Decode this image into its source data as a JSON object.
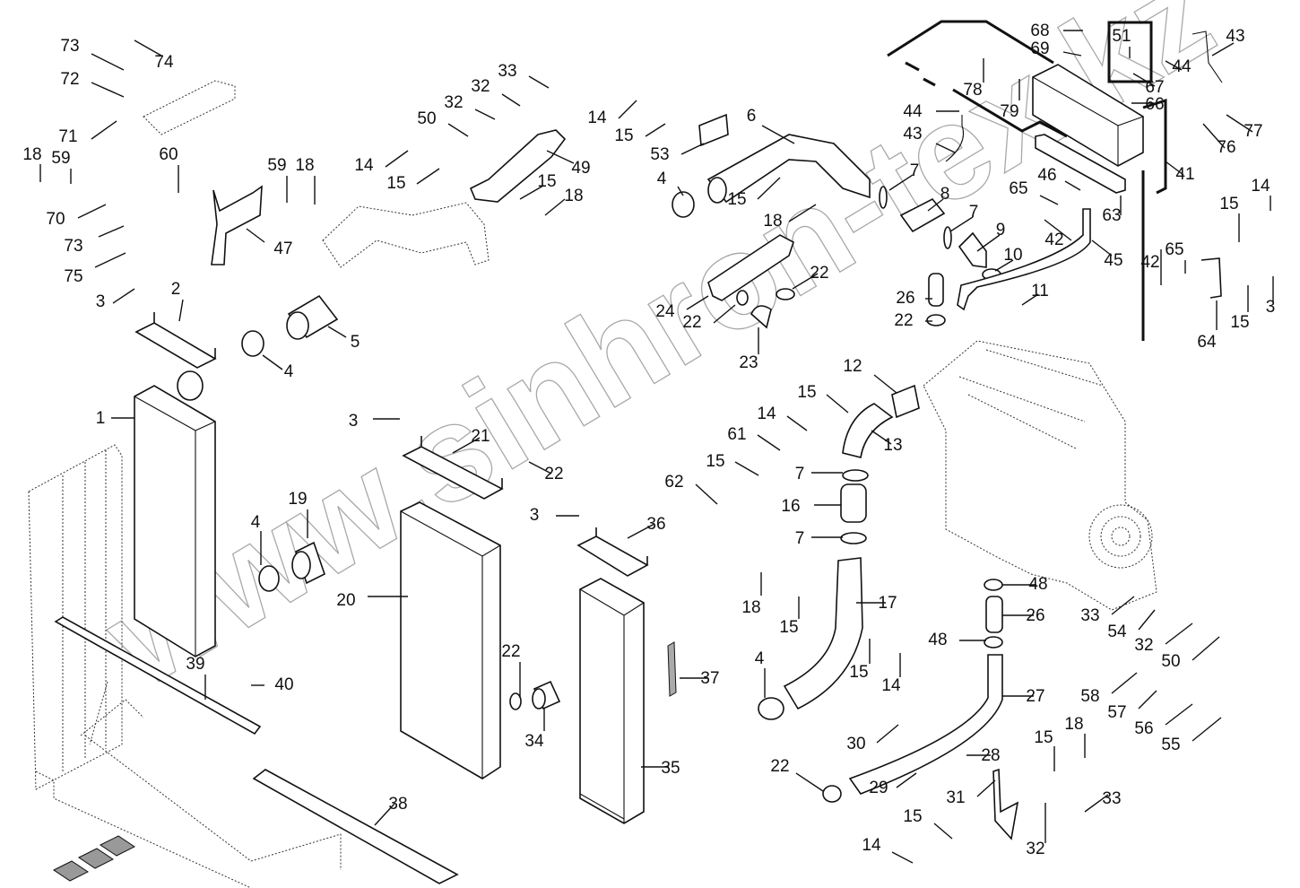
{
  "diagram": {
    "title": "Engine cooling system exploded parts diagram",
    "watermark": "www.sinhron-tex.kz",
    "callouts": [
      {
        "id": "c74",
        "label": "74"
      },
      {
        "id": "c73a",
        "label": "73"
      },
      {
        "id": "c72",
        "label": "72"
      },
      {
        "id": "c71",
        "label": "71"
      },
      {
        "id": "c18a",
        "label": "18"
      },
      {
        "id": "c59a",
        "label": "59"
      },
      {
        "id": "c60",
        "label": "60"
      },
      {
        "id": "c59b",
        "label": "59"
      },
      {
        "id": "c18b",
        "label": "18"
      },
      {
        "id": "c70",
        "label": "70"
      },
      {
        "id": "c73b",
        "label": "73"
      },
      {
        "id": "c47",
        "label": "47"
      },
      {
        "id": "c75",
        "label": "75"
      },
      {
        "id": "c3a",
        "label": "3"
      },
      {
        "id": "c2",
        "label": "2"
      },
      {
        "id": "c5",
        "label": "5"
      },
      {
        "id": "c4a",
        "label": "4"
      },
      {
        "id": "c1",
        "label": "1"
      },
      {
        "id": "c33a",
        "label": "33"
      },
      {
        "id": "c32a",
        "label": "32"
      },
      {
        "id": "c32b",
        "label": "32"
      },
      {
        "id": "c50a",
        "label": "50"
      },
      {
        "id": "c14a",
        "label": "14"
      },
      {
        "id": "c15a",
        "label": "15"
      },
      {
        "id": "c49",
        "label": "49"
      },
      {
        "id": "c15b",
        "label": "15"
      },
      {
        "id": "c18c",
        "label": "18"
      },
      {
        "id": "c14b",
        "label": "14"
      },
      {
        "id": "c15c",
        "label": "15"
      },
      {
        "id": "c53",
        "label": "53"
      },
      {
        "id": "c6",
        "label": "6"
      },
      {
        "id": "c4b",
        "label": "4"
      },
      {
        "id": "c15d",
        "label": "15"
      },
      {
        "id": "c18d",
        "label": "18"
      },
      {
        "id": "c7a",
        "label": "7"
      },
      {
        "id": "c8",
        "label": "8"
      },
      {
        "id": "c7b",
        "label": "7"
      },
      {
        "id": "c9",
        "label": "9"
      },
      {
        "id": "c10",
        "label": "10"
      },
      {
        "id": "c22a",
        "label": "22"
      },
      {
        "id": "c24",
        "label": "24"
      },
      {
        "id": "c22b",
        "label": "22"
      },
      {
        "id": "c23",
        "label": "23"
      },
      {
        "id": "c26a",
        "label": "26"
      },
      {
        "id": "c22c",
        "label": "22"
      },
      {
        "id": "c11",
        "label": "11"
      },
      {
        "id": "c68",
        "label": "68"
      },
      {
        "id": "c69",
        "label": "69"
      },
      {
        "id": "c51",
        "label": "51"
      },
      {
        "id": "c43a",
        "label": "43"
      },
      {
        "id": "c44a",
        "label": "44"
      },
      {
        "id": "c67",
        "label": "67"
      },
      {
        "id": "c78",
        "label": "78"
      },
      {
        "id": "c79",
        "label": "79"
      },
      {
        "id": "c66",
        "label": "66"
      },
      {
        "id": "c44b",
        "label": "44"
      },
      {
        "id": "c43b",
        "label": "43"
      },
      {
        "id": "c77",
        "label": "77"
      },
      {
        "id": "c76",
        "label": "76"
      },
      {
        "id": "c41",
        "label": "41"
      },
      {
        "id": "c46",
        "label": "46"
      },
      {
        "id": "c65a",
        "label": "65"
      },
      {
        "id": "c63",
        "label": "63"
      },
      {
        "id": "c42a",
        "label": "42"
      },
      {
        "id": "c45",
        "label": "45"
      },
      {
        "id": "c15e",
        "label": "15"
      },
      {
        "id": "c14c",
        "label": "14"
      },
      {
        "id": "c42b",
        "label": "42"
      },
      {
        "id": "c65b",
        "label": "65"
      },
      {
        "id": "c3b",
        "label": "3"
      },
      {
        "id": "c15f",
        "label": "15"
      },
      {
        "id": "c64",
        "label": "64"
      },
      {
        "id": "c12",
        "label": "12"
      },
      {
        "id": "c15g",
        "label": "15"
      },
      {
        "id": "c14d",
        "label": "14"
      },
      {
        "id": "c13",
        "label": "13"
      },
      {
        "id": "c61",
        "label": "61"
      },
      {
        "id": "c15h",
        "label": "15"
      },
      {
        "id": "c62",
        "label": "62"
      },
      {
        "id": "c7c",
        "label": "7"
      },
      {
        "id": "c16",
        "label": "16"
      },
      {
        "id": "c7d",
        "label": "7"
      },
      {
        "id": "c3c",
        "label": "3"
      },
      {
        "id": "c21",
        "label": "21"
      },
      {
        "id": "c22d",
        "label": "22"
      },
      {
        "id": "c20",
        "label": "20"
      },
      {
        "id": "c3d",
        "label": "3"
      },
      {
        "id": "c36",
        "label": "36"
      },
      {
        "id": "c19",
        "label": "19"
      },
      {
        "id": "c4c",
        "label": "4"
      },
      {
        "id": "c18e",
        "label": "18"
      },
      {
        "id": "c15i",
        "label": "15"
      },
      {
        "id": "c17",
        "label": "17"
      },
      {
        "id": "c15j",
        "label": "15"
      },
      {
        "id": "c14e",
        "label": "14"
      },
      {
        "id": "c4d",
        "label": "4"
      },
      {
        "id": "c48a",
        "label": "48"
      },
      {
        "id": "c26b",
        "label": "26"
      },
      {
        "id": "c48b",
        "label": "48"
      },
      {
        "id": "c27",
        "label": "27"
      },
      {
        "id": "c33b",
        "label": "33"
      },
      {
        "id": "c54",
        "label": "54"
      },
      {
        "id": "c32c",
        "label": "32"
      },
      {
        "id": "c50b",
        "label": "50"
      },
      {
        "id": "c58",
        "label": "58"
      },
      {
        "id": "c57",
        "label": "57"
      },
      {
        "id": "c56",
        "label": "56"
      },
      {
        "id": "c55",
        "label": "55"
      },
      {
        "id": "c39",
        "label": "39"
      },
      {
        "id": "c40",
        "label": "40"
      },
      {
        "id": "c22e",
        "label": "22"
      },
      {
        "id": "c34",
        "label": "34"
      },
      {
        "id": "c37",
        "label": "37"
      },
      {
        "id": "c35",
        "label": "35"
      },
      {
        "id": "c38",
        "label": "38"
      },
      {
        "id": "c30",
        "label": "30"
      },
      {
        "id": "c28",
        "label": "28"
      },
      {
        "id": "c22f",
        "label": "22"
      },
      {
        "id": "c29",
        "label": "29"
      },
      {
        "id": "c31",
        "label": "31"
      },
      {
        "id": "c15k",
        "label": "15"
      },
      {
        "id": "c18f",
        "label": "18"
      },
      {
        "id": "c33c",
        "label": "33"
      },
      {
        "id": "c15l",
        "label": "15"
      },
      {
        "id": "c32d",
        "label": "32"
      },
      {
        "id": "c14f",
        "label": "14"
      }
    ]
  }
}
